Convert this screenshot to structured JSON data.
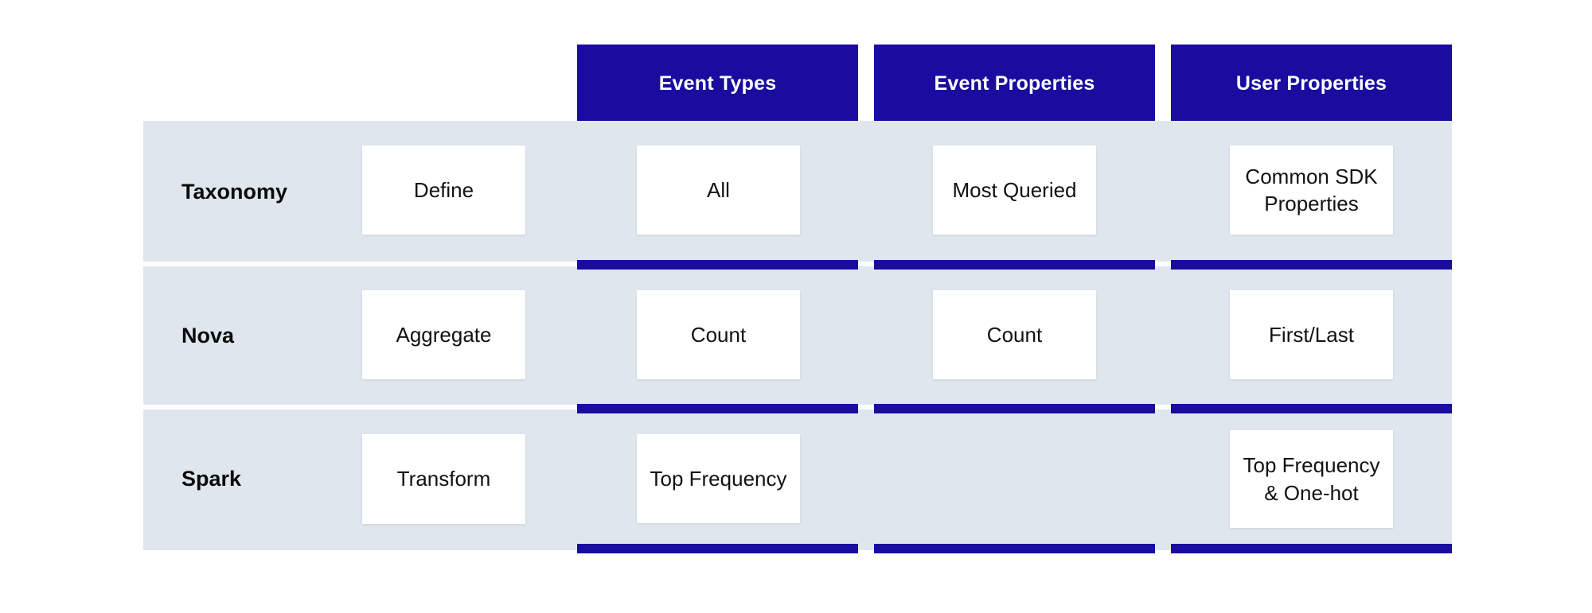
{
  "figure": {
    "type": "matrix-table",
    "accent_color": "#190C9E",
    "row_band_color": "#E0E6EE",
    "cell_color": "#FFFFFF",
    "text_color": "#121212"
  },
  "columns": [
    {
      "label": "Event Types"
    },
    {
      "label": "Event Properties"
    },
    {
      "label": "User Properties"
    }
  ],
  "rows": [
    {
      "label": "Taxonomy",
      "action": "Define",
      "cells": [
        {
          "text": "All",
          "empty": false
        },
        {
          "text": "Most Queried",
          "empty": false
        },
        {
          "text": "Common SDK Properties",
          "empty": false
        }
      ]
    },
    {
      "label": "Nova",
      "action": "Aggregate",
      "cells": [
        {
          "text": "Count",
          "empty": false
        },
        {
          "text": "Count",
          "empty": false
        },
        {
          "text": "First/Last",
          "empty": false
        }
      ]
    },
    {
      "label": "Spark",
      "action": "Transform",
      "cells": [
        {
          "text": "Top Frequency",
          "empty": false
        },
        {
          "text": "",
          "empty": true
        },
        {
          "text": "Top Frequency & One-hot",
          "empty": false
        }
      ]
    }
  ]
}
